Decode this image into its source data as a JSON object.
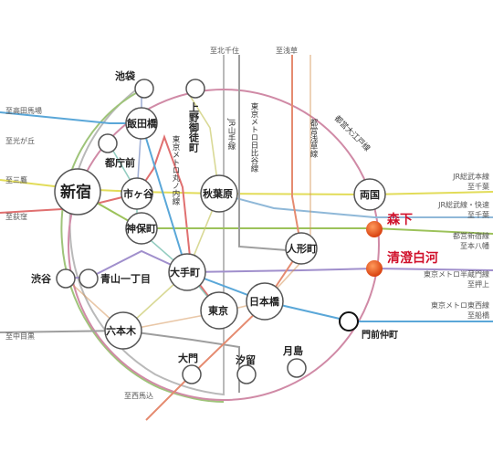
{
  "colors": {
    "yamanote": "#c9a0b8",
    "chuo": "#d8d44a",
    "marunouchi": "#e05a5a",
    "hanzomon": "#9b8ec4",
    "tozai": "#4fa8d8",
    "hibiya": "#b7b7b7",
    "shinjuku_line": "#a8c850",
    "asakusa": "#e67e7e",
    "oedo": "#c26a8c",
    "chiyoda": "#8cbf7a",
    "ginza": "#f0a23c",
    "mita": "#3b6fb5",
    "namboku": "#4cb3a0",
    "highlight": "#d0112b",
    "marker": "#e8501a"
  },
  "stations": {
    "ikebukuro": "池袋",
    "iidabashi": "飯田橋",
    "ueno_okachimachi": "上野御徒町",
    "toshimae": "都庁前",
    "shinjuku": "新宿",
    "ichigaya": "市ヶ谷",
    "jimbocho": "神保町",
    "akihabara": "秋葉原",
    "ryogoku": "両国",
    "morishita": "森下",
    "kiyosumi": "清澄白河",
    "ningyocho": "人形町",
    "otemachi": "大手町",
    "shibuya": "渋谷",
    "aoyama": "青山一丁目",
    "tokyo": "東京",
    "nihonbashi": "日本橋",
    "monzen": "門前仲町",
    "roppongi": "六本木",
    "daimon": "大門",
    "shiodome": "汐留",
    "tsukishima": "月島"
  },
  "destinations": {
    "kita_senju": "至北千住",
    "asakusa": "至浅草",
    "takadanobaba": "至高田馬場",
    "hikarigaoka": "至光が丘",
    "mitaka": "至三鷹",
    "ogikubo": "至荻窪",
    "nakameguro": "至中目黒",
    "nishi_umagome": "至西馬込"
  },
  "line_labels": {
    "oedo": "都営大江戸線",
    "hibiya": "東京メトロ日比谷線",
    "asakusa": "都営浅草線",
    "yamanote": "JR山手線",
    "marunouchi": "東京メトロ丸ノ内線"
  },
  "right_labels": {
    "sobu_line": "JR総武本線",
    "sobu_dest": "至千葉",
    "sobu_rapid": "JR総武線・快速",
    "sobu_rapid_dest": "至千葉",
    "shinjuku_line": "都営新宿線",
    "shinjuku_line_dest": "至本八幡",
    "hanzomon": "東京メトロ半蔵門線",
    "hanzomon_dest": "至押上",
    "tozai": "東京メトロ東西線",
    "tozai_dest": "至船橋"
  }
}
